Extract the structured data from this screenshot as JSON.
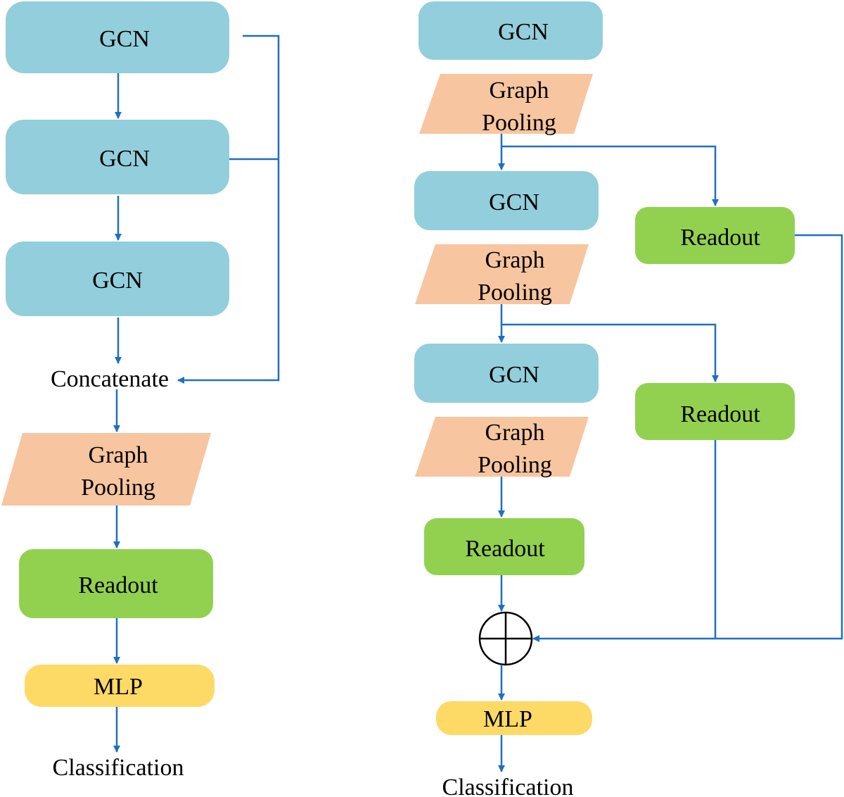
{
  "colors": {
    "gcn": "#93cedc",
    "pooling": "#f7c59f",
    "readout": "#92d150",
    "mlp": "#fdd966",
    "arrow": "#1f6fc1"
  },
  "left": {
    "gcn1": "GCN",
    "gcn2": "GCN",
    "gcn3": "GCN",
    "concatenate": "Concatenate",
    "pool_line1": "Graph",
    "pool_line2": "Pooling",
    "readout": "Readout",
    "mlp": "MLP",
    "classification": "Classification"
  },
  "right": {
    "gcn1": "GCN",
    "pool1_line1": "Graph",
    "pool1_line2": "Pooling",
    "gcn2": "GCN",
    "pool2_line1": "Graph",
    "pool2_line2": "Pooling",
    "gcn3": "GCN",
    "pool3_line1": "Graph",
    "pool3_line2": "Pooling",
    "readout_main": "Readout",
    "readout_side1": "Readout",
    "readout_side2": "Readout",
    "sum_icon": "circled-plus-icon",
    "mlp": "MLP",
    "classification": "Classification"
  }
}
